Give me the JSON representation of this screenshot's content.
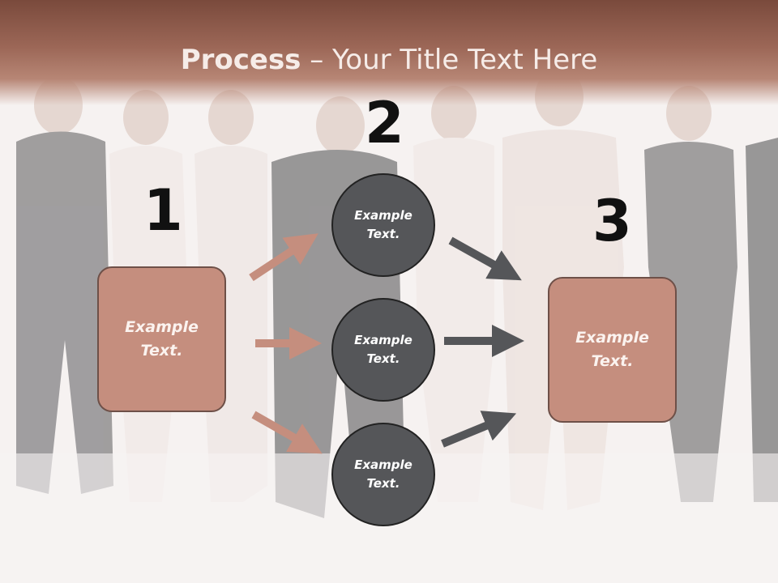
{
  "title": {
    "bold": "Process",
    "rest": " – Your Title Text Here"
  },
  "steps": [
    {
      "number": "1"
    },
    {
      "number": "2"
    },
    {
      "number": "3"
    }
  ],
  "left_box": {
    "text": "Example Text."
  },
  "circles": [
    {
      "text": "Example Text."
    },
    {
      "text": "Example Text."
    },
    {
      "text": "Example Text."
    }
  ],
  "right_box": {
    "text": "Example Text."
  },
  "colors": {
    "accent": "#c58e7e",
    "title_bar": "#9c6757",
    "circle": "#555659",
    "arrow_left": "#c58e7e",
    "arrow_right": "#555659"
  }
}
